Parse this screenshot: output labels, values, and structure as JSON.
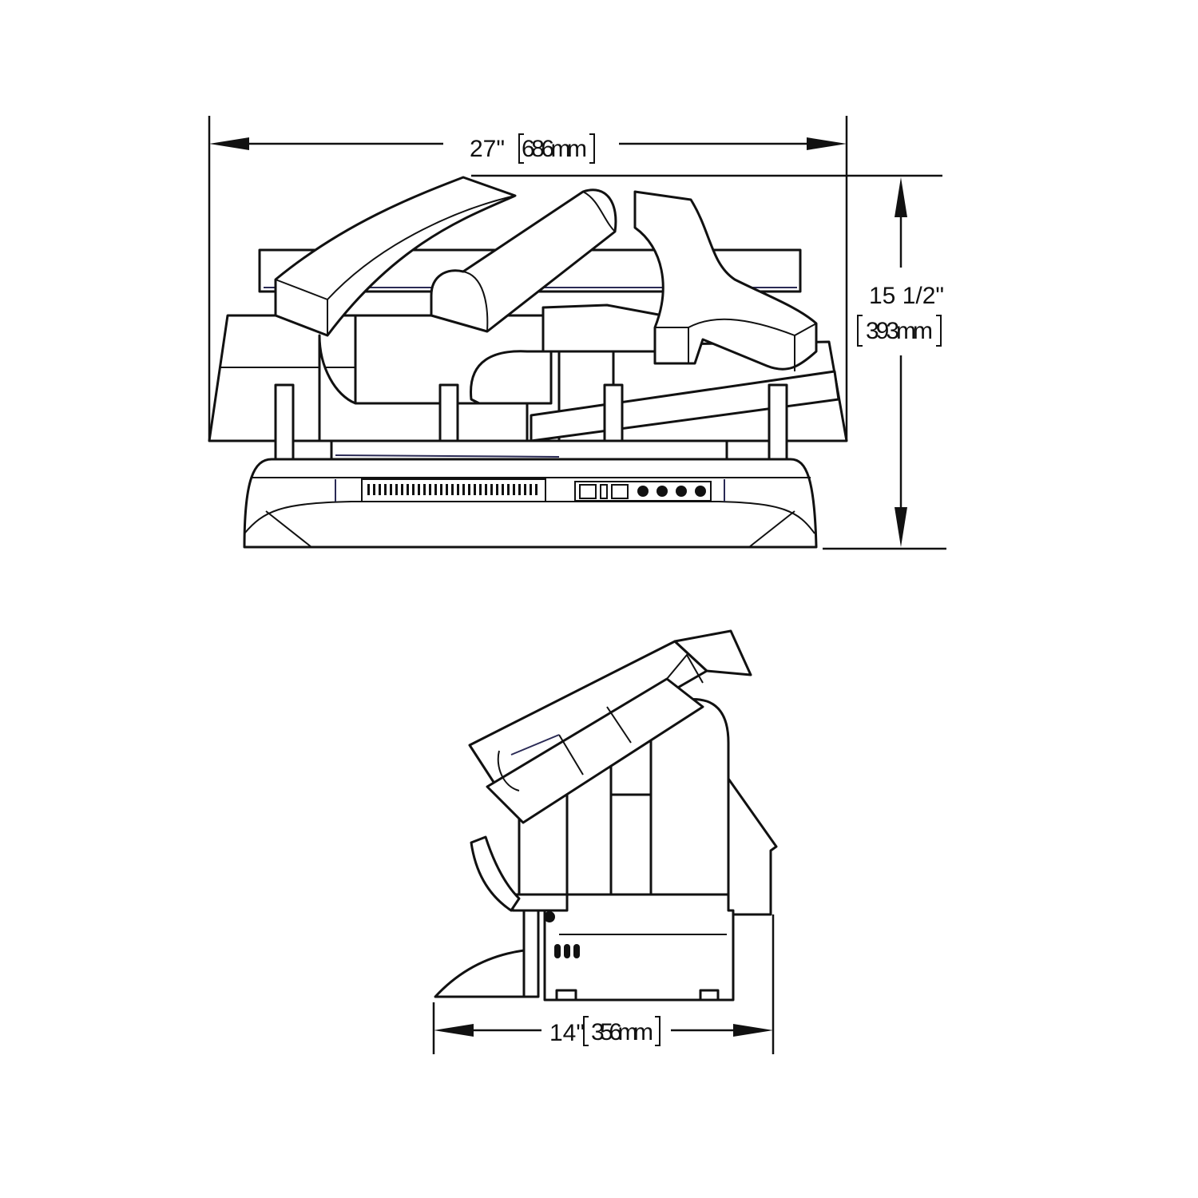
{
  "front_view": {
    "width_dimension": {
      "imperial": "27\"",
      "metric": "686mm"
    },
    "height_dimension": {
      "imperial": "15 1/2\"",
      "metric": "393mm"
    }
  },
  "side_view": {
    "depth_dimension": {
      "imperial": "14\"",
      "metric": "356mm"
    }
  }
}
